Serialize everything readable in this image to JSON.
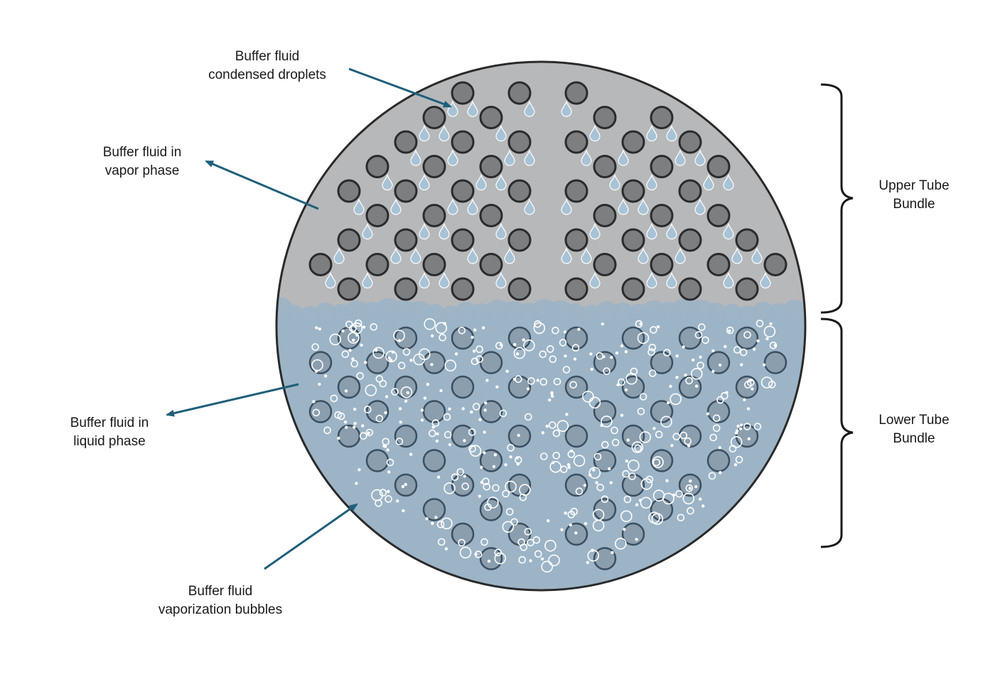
{
  "labels": {
    "droplets": [
      "Buffer fluid",
      "condensed droplets"
    ],
    "vapor": [
      "Buffer fluid in",
      "vapor phase"
    ],
    "liquid": [
      "Buffer fluid in",
      "liquid phase"
    ],
    "bubbles": [
      "Buffer fluid",
      "vaporization bubbles"
    ],
    "upper_bundle": [
      "Upper Tube",
      "Bundle"
    ],
    "lower_bundle": [
      "Lower Tube",
      "Bundle"
    ]
  },
  "colors": {
    "vapor_fill": "#b7b8ba",
    "liquid_fill": "#9cb4c6",
    "tube_upper_fill": "#7d7e80",
    "tube_lower_fill": "#8a9eae",
    "tube_stroke": "#2b2b2d",
    "tube_lower_stroke": "#3b4f60",
    "droplet_fill": "#a9c3d6",
    "bubble_stroke": "#ffffff",
    "arrow": "#1f5f7a",
    "shell_stroke": "#2a2a2a",
    "bracket": "#1a1a1a"
  }
}
